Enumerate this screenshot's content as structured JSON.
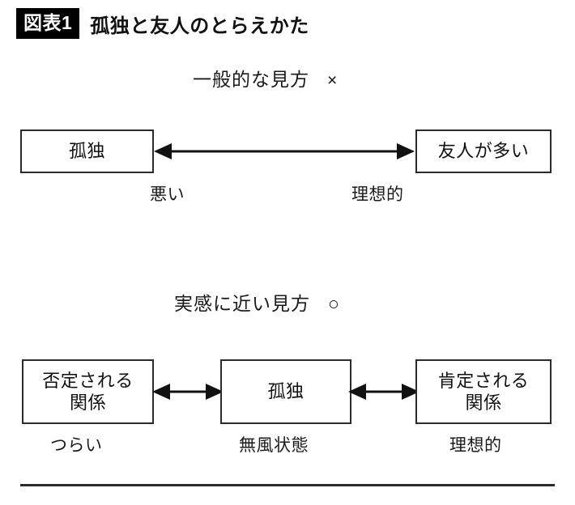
{
  "title": {
    "badge": "図表1",
    "text": "孤独と友人のとらえかた"
  },
  "sections": [
    {
      "id": "general",
      "heading": "一般的な見方",
      "mark": "×",
      "boxes": [
        {
          "id": "loneliness-top",
          "label": "孤独",
          "caption": "悪い"
        },
        {
          "id": "many-friends",
          "label": "友人が多い",
          "caption": "理想的"
        }
      ],
      "connector": "double-headed-arrow"
    },
    {
      "id": "realistic",
      "heading": "実感に近い見方",
      "mark": "○",
      "boxes": [
        {
          "id": "negated-relation",
          "label": "否定される\n関係",
          "caption": "つらい"
        },
        {
          "id": "loneliness-mid",
          "label": "孤独",
          "caption": "無風状態"
        },
        {
          "id": "affirmed-relation",
          "label": "肯定される\n関係",
          "caption": "理想的"
        }
      ],
      "connector": "double-headed-arrow"
    }
  ],
  "colors": {
    "background": "#ffffff",
    "ink": "#111111",
    "line": "#2b2b2b",
    "badge_bg": "#000000",
    "badge_fg": "#ffffff"
  }
}
